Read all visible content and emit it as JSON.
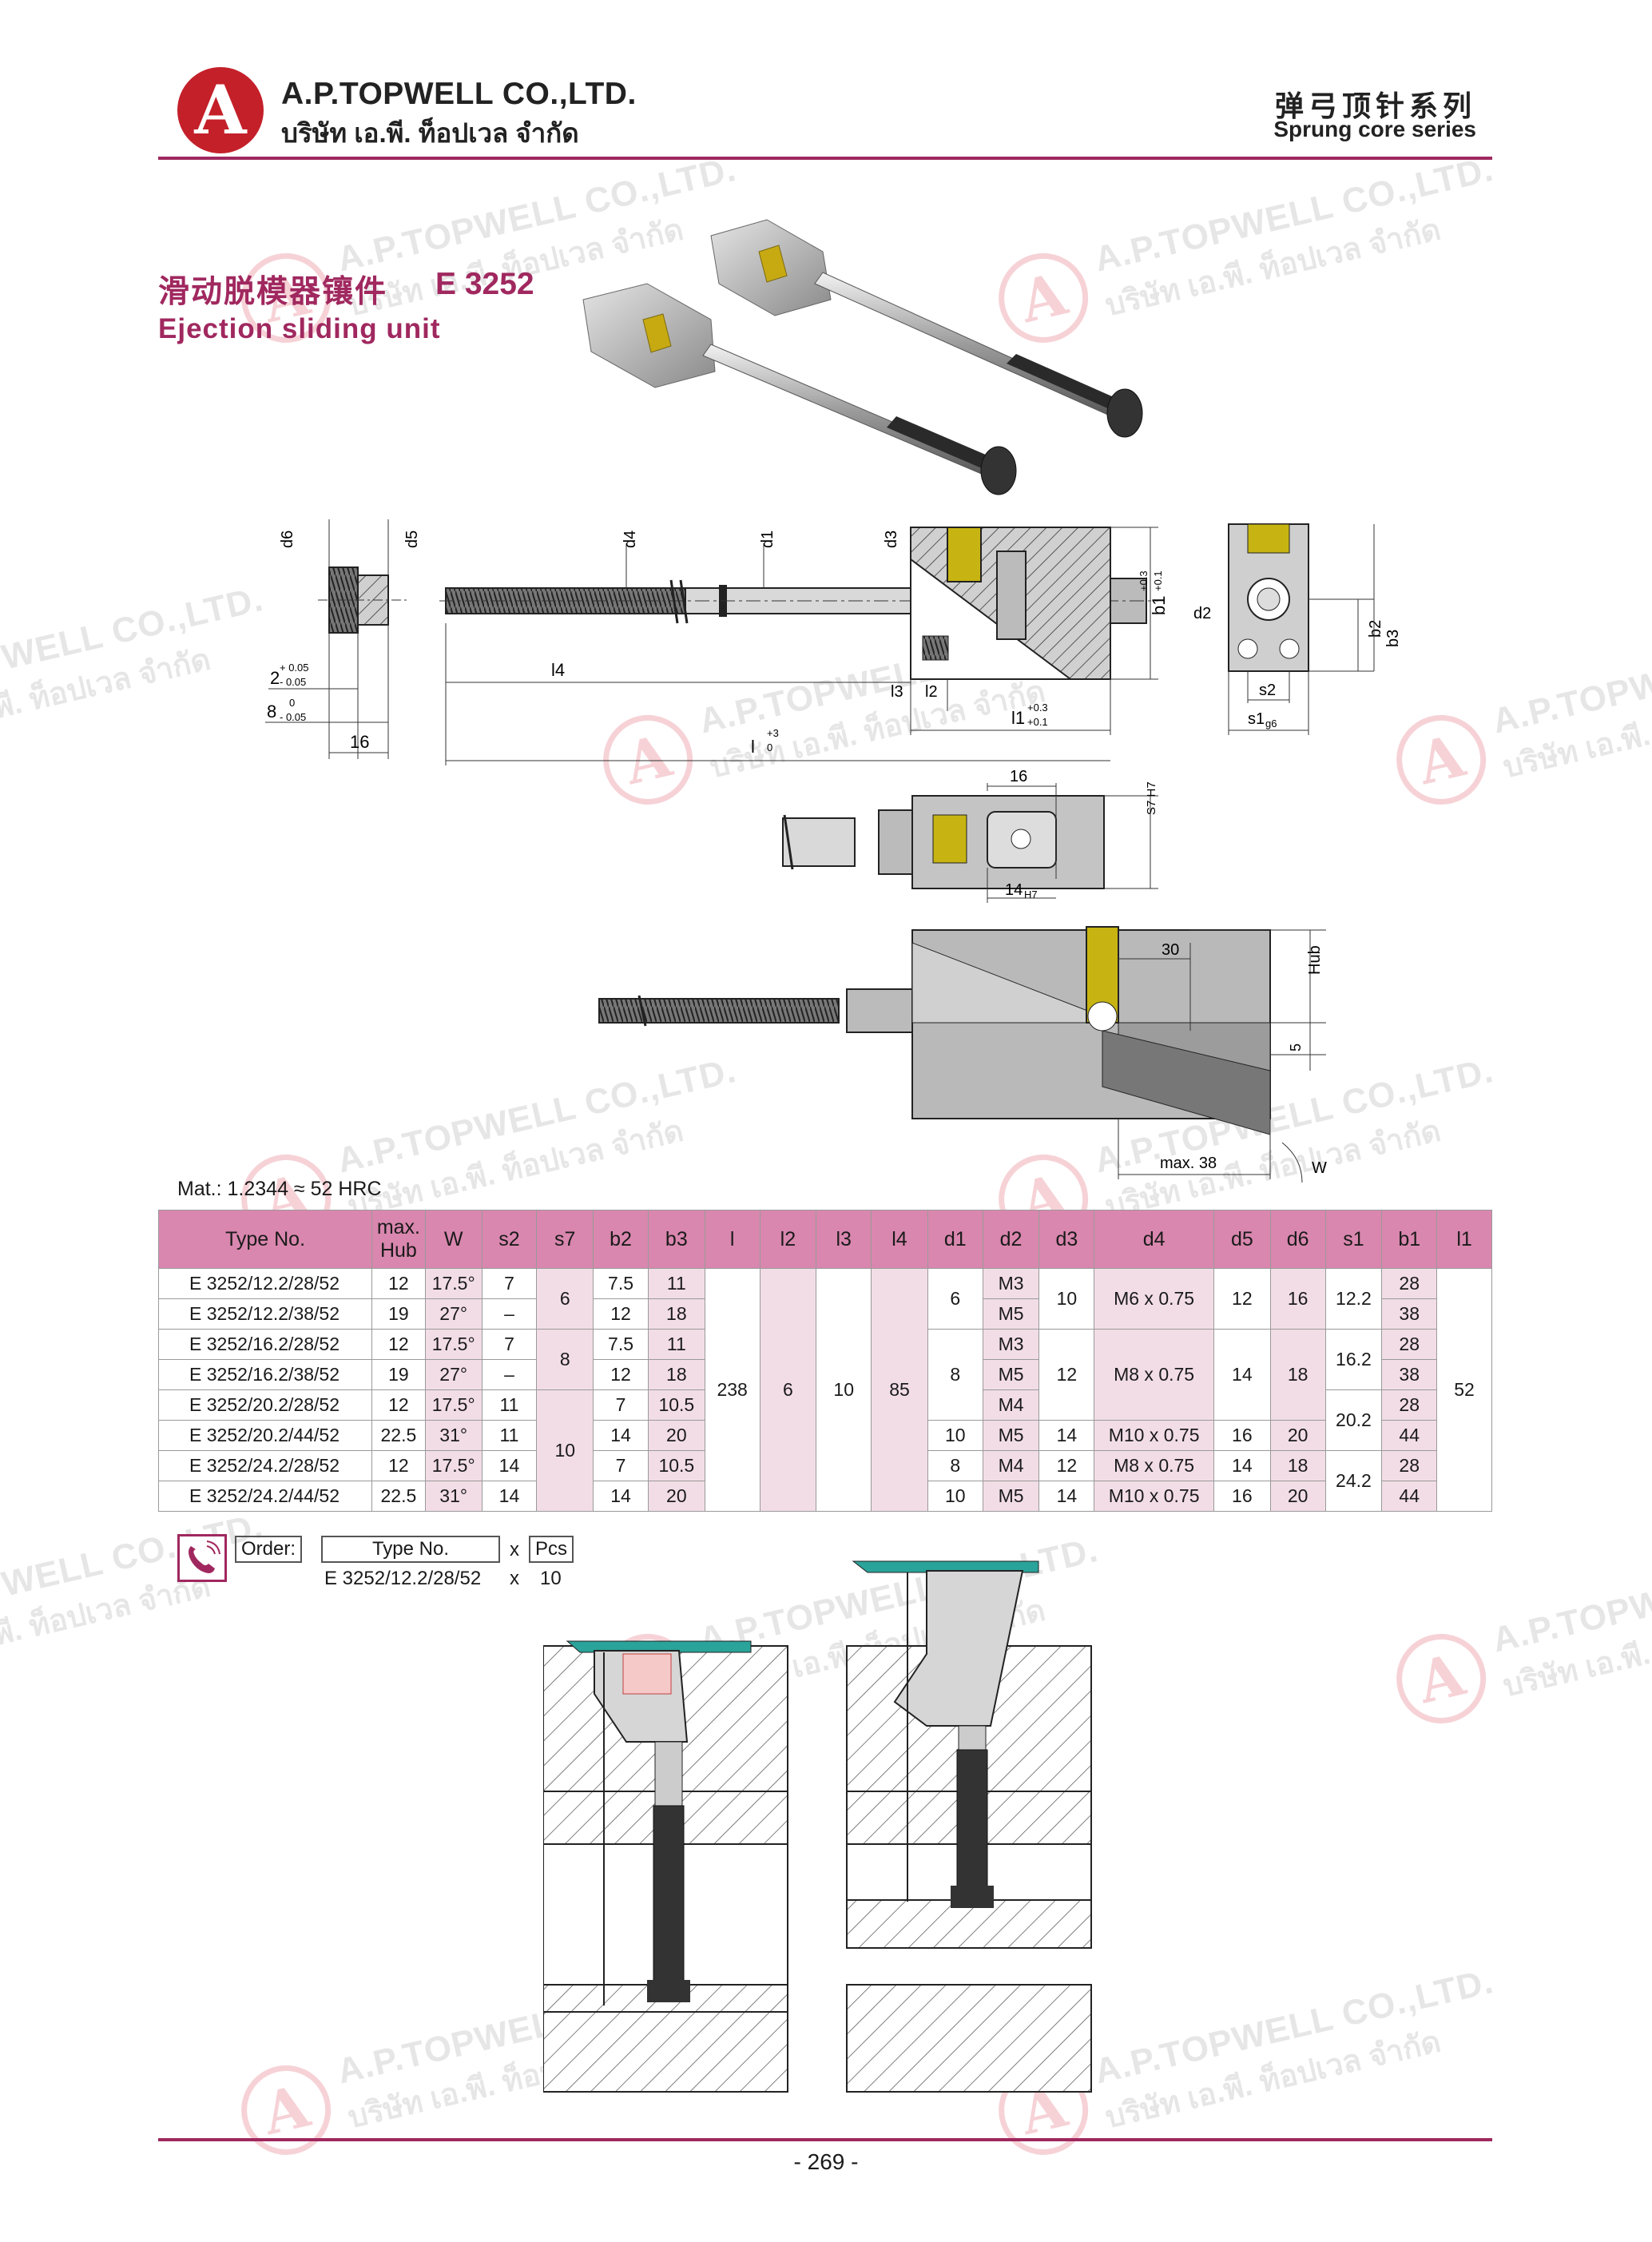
{
  "header": {
    "logo_letter": "A",
    "company_en": "A.P.TOPWELL CO.,LTD.",
    "company_th": "บริษัท เอ.พี. ท็อปเวล จำกัด",
    "series_cn": "弹弓顶针系列",
    "series_en": "Sprung core series"
  },
  "watermark": {
    "letter": "A",
    "en": "A.P.TOPWELL CO.,LTD.",
    "th": "บริษัท เอ.พี. ท็อปเวล จำกัด"
  },
  "title": {
    "cn": "滑动脱模器镶件",
    "code": "E 3252",
    "en": "Ejection sliding unit"
  },
  "drawing": {
    "labels": {
      "d6": "d6",
      "d5": "d5",
      "d4": "d4",
      "d1": "d1",
      "d3": "d3",
      "d2": "d2",
      "l4": "l4",
      "l3": "l3",
      "l2": "l2",
      "l1": "l1",
      "l": "l",
      "b1": "b1",
      "b2": "b2",
      "b3": "b3",
      "s2": "s2",
      "s1": "s1",
      "s1_sub": "g6",
      "tol_b1_upper": "+0.3",
      "tol_b1_lower": "+0.1",
      "tol_l1_upper": "+0.3",
      "tol_l1_lower": "+0.1",
      "tol_l_upper": "+3",
      "tol_l_lower": "0",
      "dim_2": "2",
      "dim_2_upper": "+ 0.05",
      "dim_2_lower": "- 0.05",
      "dim_8": "8",
      "dim_8_upper": "0",
      "dim_8_lower": "- 0.05",
      "dim_16a": "16",
      "dim_16b": "16",
      "s7": "S7 H7",
      "dim_14": "14",
      "dim_14_sub": "H7",
      "dim_30": "30",
      "hub": "Hub",
      "dim_5": "5",
      "max38": "max. 38",
      "w": "W"
    }
  },
  "material": "Mat.: 1.2344 ≈ 52 HRC",
  "table": {
    "headers": [
      "Type No.",
      "max. Hub",
      "W",
      "s2",
      "s7",
      "b2",
      "b3",
      "l",
      "l2",
      "l3",
      "l4",
      "d1",
      "d2",
      "d3",
      "d4",
      "d5",
      "d6",
      "s1",
      "b1",
      "l1"
    ],
    "rows": [
      {
        "type": "E 3252/12.2/28/52",
        "hub": "12",
        "w": "17.5°",
        "s2": "7",
        "b2": "7.5",
        "b3": "11",
        "d2": "M3",
        "b1": "28"
      },
      {
        "type": "E 3252/12.2/38/52",
        "hub": "19",
        "w": "27°",
        "s2": "–",
        "b2": "12",
        "b3": "18",
        "d2": "M5",
        "b1": "38"
      },
      {
        "type": "E 3252/16.2/28/52",
        "hub": "12",
        "w": "17.5°",
        "s2": "7",
        "b2": "7.5",
        "b3": "11",
        "d2": "M3",
        "b1": "28"
      },
      {
        "type": "E 3252/16.2/38/52",
        "hub": "19",
        "w": "27°",
        "s2": "–",
        "b2": "12",
        "b3": "18",
        "d2": "M5",
        "b1": "38"
      },
      {
        "type": "E 3252/20.2/28/52",
        "hub": "12",
        "w": "17.5°",
        "s2": "11",
        "b2": "7",
        "b3": "10.5",
        "d2": "M4",
        "b1": "28"
      },
      {
        "type": "E 3252/20.2/44/52",
        "hub": "22.5",
        "w": "31°",
        "s2": "11",
        "b2": "14",
        "b3": "20",
        "d2": "M5",
        "b1": "44"
      },
      {
        "type": "E 3252/24.2/28/52",
        "hub": "12",
        "w": "17.5°",
        "s2": "14",
        "b2": "7",
        "b3": "10.5",
        "d2": "M4",
        "b1": "28"
      },
      {
        "type": "E 3252/24.2/44/52",
        "hub": "22.5",
        "w": "31°",
        "s2": "14",
        "b2": "14",
        "b3": "20",
        "d2": "M5",
        "b1": "44"
      }
    ],
    "merged": {
      "s7": [
        "6",
        "8",
        "10"
      ],
      "l": "238",
      "l2": "6",
      "l3": "10",
      "l4": "85",
      "l1": "52",
      "d1": [
        "6",
        "8",
        "10",
        "8",
        "10"
      ],
      "d3": [
        "10",
        "12",
        "14",
        "12",
        "14"
      ],
      "d4": [
        "M6 x 0.75",
        "M8 x 0.75",
        "M10 x 0.75",
        "M8 x 0.75",
        "M10 x 0.75"
      ],
      "d5": [
        "12",
        "14",
        "16",
        "14",
        "16"
      ],
      "d6": [
        "16",
        "18",
        "20",
        "18",
        "20"
      ],
      "s1": [
        "12.2",
        "16.2",
        "20.2",
        "24.2"
      ]
    }
  },
  "order": {
    "label": "Order:",
    "type_label": "Type No.",
    "x": "x",
    "pcs": "Pcs",
    "example_type": "E 3252/12.2/28/52",
    "example_qty": "10"
  },
  "page_number": "- 269 -",
  "colors": {
    "accent": "#a0285f",
    "table_header": "#d987ae",
    "table_shade": "#f2dde6",
    "logo_red": "#c4202a"
  }
}
